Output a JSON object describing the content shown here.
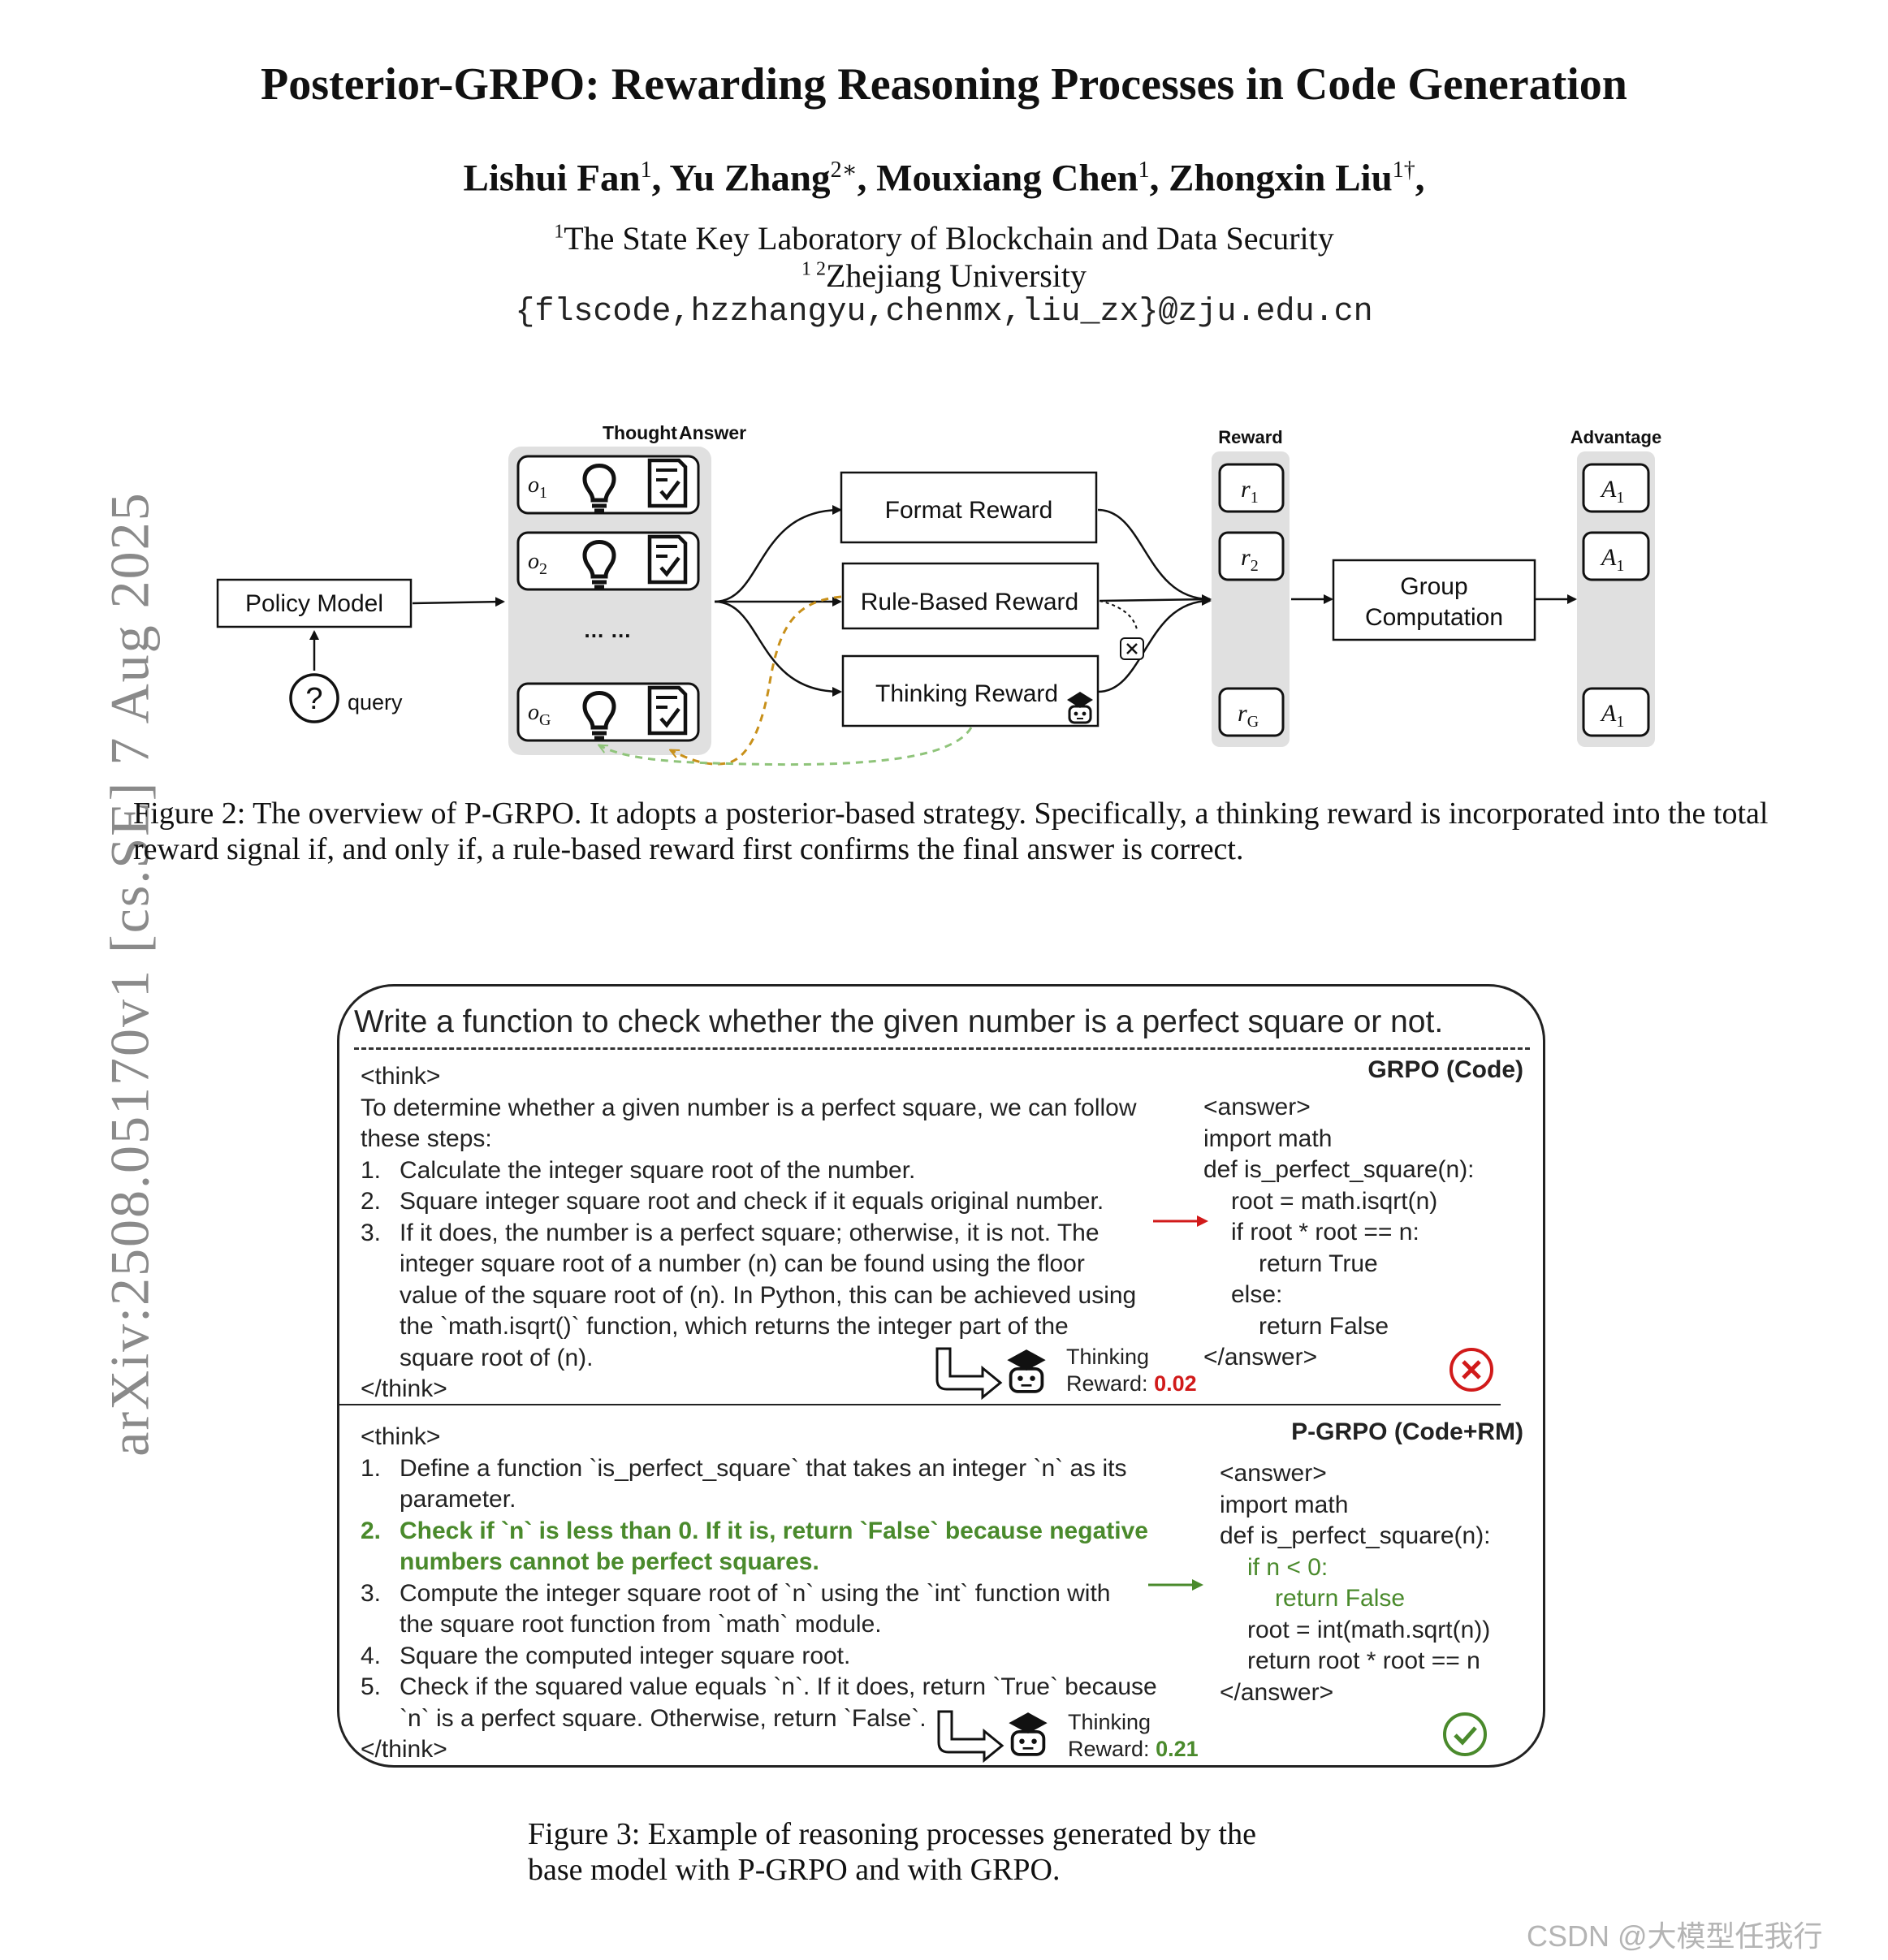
{
  "header": {
    "title": "Posterior-GRPO: Rewarding Reasoning Processes in Code Generation",
    "authors": [
      {
        "name": "Lishui Fan",
        "mark": "1"
      },
      {
        "name": "Yu Zhang",
        "mark": "2∗"
      },
      {
        "name": "Mouxiang Chen",
        "mark": "1"
      },
      {
        "name": "Zhongxin Liu",
        "mark": "1†"
      }
    ],
    "affiliation1": {
      "mark": "1",
      "text": "The State Key Laboratory of Blockchain and Data Security"
    },
    "affiliation2": {
      "mark": "1 2",
      "text": "Zhejiang University"
    },
    "email": "{flscode,hzzhangyu,chenmx,liu_zx}@zju.edu.cn"
  },
  "arxiv_stamp": "arXiv:2508.05170v1  [cs.SE]  7 Aug 2025",
  "figure2": {
    "policy_model": "Policy Model",
    "query": "query",
    "header_thought": "Thought",
    "header_answer": "Answer",
    "outputs": [
      {
        "base": "o",
        "sub": "1"
      },
      {
        "base": "o",
        "sub": "2"
      },
      {
        "base": "o",
        "sub": "G"
      }
    ],
    "ellipsis": "… …",
    "rewards": [
      "Format Reward",
      "Rule-Based Reward",
      "Thinking Reward"
    ],
    "reward_label": "Reward",
    "reward_items": [
      {
        "base": "r",
        "sub": "1"
      },
      {
        "base": "r",
        "sub": "2"
      },
      {
        "base": "r",
        "sub": "G"
      }
    ],
    "group_line1": "Group",
    "group_line2": "Computation",
    "advantage_label": "Advantage",
    "advantage_items": [
      {
        "base": "A",
        "sub": "1"
      },
      {
        "base": "A",
        "sub": "1"
      },
      {
        "base": "A",
        "sub": "1"
      }
    ],
    "colors": {
      "gate": "#c8901a",
      "feedback": "#8fc47a",
      "panel": "#e0e0e0"
    }
  },
  "caption2": "Figure 2: The overview of P-GRPO. It adopts a posterior-based strategy. Specifically, a thinking reward is incorporated into the total reward signal if, and only if, a rule-based reward first confirms the final answer is correct.",
  "figure3": {
    "prompt": "Write a function to check whether the given number is a perfect square or not.",
    "grpo": {
      "label": "GRPO (Code)",
      "think_open": "<think>",
      "intro1": "To determine whether a given number is a perfect square, we can follow",
      "intro2": "these steps:",
      "steps": [
        {
          "num": "1.",
          "lines": [
            "Calculate the integer square root of the number."
          ]
        },
        {
          "num": "2.",
          "lines": [
            "Square integer square root and check if it equals original number."
          ]
        },
        {
          "num": "3.",
          "lines": [
            "If it does, the number is a perfect square; otherwise, it is not. The",
            "integer square root of a number (n) can be found using the floor",
            "value of the square root of (n). In Python, this can be achieved using",
            "the `math.isqrt()` function, which returns the integer part of the",
            "square root of (n)."
          ]
        }
      ],
      "think_close": "</think>",
      "thinking_label": "Thinking",
      "reward_label": "Reward:",
      "reward_value": "0.02",
      "code": [
        "<answer>",
        "import math",
        "def is_perfect_square(n):",
        "root = math.isqrt(n)",
        "if root * root == n:",
        "return True",
        "else:",
        "return False",
        "</answer>"
      ]
    },
    "pgrpo": {
      "label": "P-GRPO (Code+RM)",
      "think_open": "<think>",
      "steps": [
        {
          "num": "1.",
          "lines": [
            "Define a function `is_perfect_square` that takes an integer `n` as its",
            "parameter."
          ]
        },
        {
          "num": "2.",
          "lines": [
            "Check if `n` is less than 0. If it is, return `False` because negative",
            "numbers cannot be perfect squares."
          ]
        },
        {
          "num": "3.",
          "lines": [
            "Compute the integer square root of `n` using the `int` function with",
            "the square root function from `math` module."
          ]
        },
        {
          "num": "4.",
          "lines": [
            "Square the computed integer square root."
          ]
        },
        {
          "num": "5.",
          "lines": [
            "Check if the squared value equals `n`. If it does, return `True` because",
            "`n` is a perfect square. Otherwise, return `False`."
          ]
        }
      ],
      "think_close": "</think>",
      "thinking_label": "Thinking",
      "reward_label": "Reward:",
      "reward_value": "0.21",
      "code": [
        "<answer>",
        "import math",
        "def is_perfect_square(n):",
        "if n < 0:",
        "return False",
        "root = int(math.sqrt(n))",
        "return root * root == n",
        "</answer>"
      ]
    },
    "colors": {
      "correct": "#4a8a2c",
      "wrong": "#d11a1a"
    }
  },
  "caption3_line1": "Figure 3: Example of reasoning processes generated by the",
  "caption3_line2": "base model with P-GRPO and with GRPO.",
  "watermark": "CSDN @大模型任我行"
}
